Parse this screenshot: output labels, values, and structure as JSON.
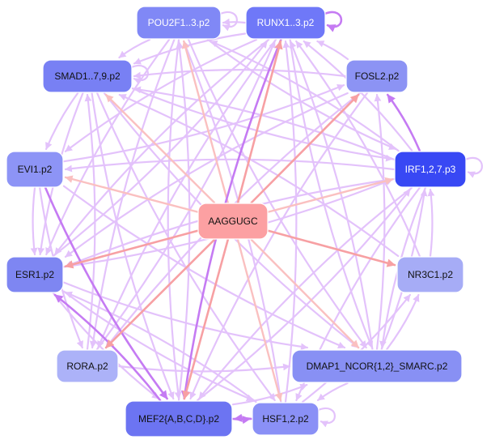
{
  "colors": {
    "edge_regular": "#e3c2fb",
    "edge_strong": "#c57bf3",
    "edge_central": "#f7a0a3",
    "edge_central_light": "#fac0c0",
    "node_center": "#fca0a2",
    "label_dark": "#111111",
    "label_light": "#ffffff"
  },
  "nodes": [
    {
      "id": "AAGGUGC",
      "label": "AAGGUGC",
      "fill": "#fca0a2",
      "text_color": "#111111"
    },
    {
      "id": "POU2F1",
      "label": "POU2F1..3.p2",
      "fill": "#8088f6",
      "text_color": "#ffffff"
    },
    {
      "id": "RUNX1",
      "label": "RUNX1..3.p2",
      "fill": "#6f78f8",
      "text_color": "#ffffff"
    },
    {
      "id": "SMAD1",
      "label": "SMAD1..7,9.p2",
      "fill": "#7880f4",
      "text_color": "#111111"
    },
    {
      "id": "FOSL2",
      "label": "FOSL2.p2",
      "fill": "#8c93f4",
      "text_color": "#111111"
    },
    {
      "id": "EVI1",
      "label": "EVI1.p2",
      "fill": "#8d94f6",
      "text_color": "#111111"
    },
    {
      "id": "IRF1",
      "label": "IRF1,2,7.p3",
      "fill": "#3848f4",
      "text_color": "#ffffff"
    },
    {
      "id": "ESR1",
      "label": "ESR1.p2",
      "fill": "#7e86f2",
      "text_color": "#111111"
    },
    {
      "id": "NR3C1",
      "label": "NR3C1.p2",
      "fill": "#a6acf6",
      "text_color": "#111111"
    },
    {
      "id": "RORA",
      "label": "RORA.p2",
      "fill": "#acb2f8",
      "text_color": "#111111"
    },
    {
      "id": "DMAP1",
      "label": "DMAP1_NCOR{1,2}_SMARC.p2",
      "fill": "#8890f4",
      "text_color": "#111111"
    },
    {
      "id": "MEF2",
      "label": "MEF2{A,B,C,D}.p2",
      "fill": "#6c74f2",
      "text_color": "#111111"
    },
    {
      "id": "HSF1",
      "label": "HSF1,2.p2",
      "fill": "#8a90f6",
      "text_color": "#111111"
    }
  ],
  "edges": [
    {
      "from": "AAGGUGC",
      "to": "RUNX1",
      "style": "central"
    },
    {
      "from": "AAGGUGC",
      "to": "FOSL2",
      "style": "central"
    },
    {
      "from": "AAGGUGC",
      "to": "IRF1",
      "style": "central_light"
    },
    {
      "from": "AAGGUGC",
      "to": "NR3C1",
      "style": "central"
    },
    {
      "from": "AAGGUGC",
      "to": "DMAP1",
      "style": "central_light"
    },
    {
      "from": "AAGGUGC",
      "to": "HSF1",
      "style": "central_light"
    },
    {
      "from": "AAGGUGC",
      "to": "MEF2",
      "style": "central"
    },
    {
      "from": "AAGGUGC",
      "to": "RORA",
      "style": "central"
    },
    {
      "from": "AAGGUGC",
      "to": "ESR1",
      "style": "central"
    },
    {
      "from": "AAGGUGC",
      "to": "EVI1",
      "style": "central_light"
    },
    {
      "from": "AAGGUGC",
      "to": "SMAD1",
      "style": "central_light"
    },
    {
      "from": "AAGGUGC",
      "to": "POU2F1",
      "style": "central_light"
    },
    {
      "from": "IRF1",
      "to": "FOSL2",
      "style": "strong"
    },
    {
      "from": "IRF1",
      "to": "RUNX1",
      "style": "regular"
    },
    {
      "from": "IRF1",
      "to": "SMAD1",
      "style": "regular"
    },
    {
      "from": "IRF1",
      "to": "POU2F1",
      "style": "regular"
    },
    {
      "from": "IRF1",
      "to": "EVI1",
      "style": "regular"
    },
    {
      "from": "IRF1",
      "to": "ESR1",
      "style": "regular"
    },
    {
      "from": "IRF1",
      "to": "MEF2",
      "style": "regular"
    },
    {
      "from": "IRF1",
      "to": "HSF1",
      "style": "regular"
    },
    {
      "from": "FOSL2",
      "to": "SMAD1",
      "style": "regular"
    },
    {
      "from": "FOSL2",
      "to": "RUNX1",
      "style": "regular"
    },
    {
      "from": "FOSL2",
      "to": "MEF2",
      "style": "regular"
    },
    {
      "from": "FOSL2",
      "to": "ESR1",
      "style": "regular"
    },
    {
      "from": "FOSL2",
      "to": "RORA",
      "style": "regular"
    },
    {
      "from": "RUNX1",
      "to": "POU2F1",
      "style": "regular"
    },
    {
      "from": "RUNX1",
      "to": "SMAD1",
      "style": "regular"
    },
    {
      "from": "RUNX1",
      "to": "ESR1",
      "style": "regular"
    },
    {
      "from": "RUNX1",
      "to": "MEF2",
      "style": "strong"
    },
    {
      "from": "RUNX1",
      "to": "EVI1",
      "style": "regular"
    },
    {
      "from": "RUNX1",
      "to": "RORA",
      "style": "regular"
    },
    {
      "from": "RUNX1",
      "to": "DMAP1",
      "style": "regular"
    },
    {
      "from": "POU2F1",
      "to": "SMAD1",
      "style": "regular"
    },
    {
      "from": "POU2F1",
      "to": "ESR1",
      "style": "regular"
    },
    {
      "from": "POU2F1",
      "to": "RORA",
      "style": "regular"
    },
    {
      "from": "POU2F1",
      "to": "DMAP1",
      "style": "regular"
    },
    {
      "from": "POU2F1",
      "to": "IRF1",
      "style": "regular"
    },
    {
      "from": "SMAD1",
      "to": "ESR1",
      "style": "regular"
    },
    {
      "from": "SMAD1",
      "to": "EVI1",
      "style": "regular"
    },
    {
      "from": "SMAD1",
      "to": "IRF1",
      "style": "regular"
    },
    {
      "from": "SMAD1",
      "to": "MEF2",
      "style": "regular"
    },
    {
      "from": "SMAD1",
      "to": "HSF1",
      "style": "regular"
    },
    {
      "from": "SMAD1",
      "to": "DMAP1",
      "style": "regular"
    },
    {
      "from": "EVI1",
      "to": "ESR1",
      "style": "regular"
    },
    {
      "from": "EVI1",
      "to": "RORA",
      "style": "regular"
    },
    {
      "from": "EVI1",
      "to": "MEF2",
      "style": "strong"
    },
    {
      "from": "EVI1",
      "to": "FOSL2",
      "style": "regular"
    },
    {
      "from": "ESR1",
      "to": "RUNX1",
      "style": "regular"
    },
    {
      "from": "ESR1",
      "to": "HSF1",
      "style": "regular"
    },
    {
      "from": "ESR1",
      "to": "DMAP1",
      "style": "regular"
    },
    {
      "from": "ESR1",
      "to": "IRF1",
      "style": "regular"
    },
    {
      "from": "MEF2",
      "to": "ESR1",
      "style": "strong"
    },
    {
      "from": "MEF2",
      "to": "HSF1",
      "style": "strong"
    },
    {
      "from": "MEF2",
      "to": "DMAP1",
      "style": "regular"
    },
    {
      "from": "MEF2",
      "to": "IRF1",
      "style": "regular"
    },
    {
      "from": "MEF2",
      "to": "POU2F1",
      "style": "regular"
    },
    {
      "from": "HSF1",
      "to": "MEF2",
      "style": "strong"
    },
    {
      "from": "HSF1",
      "to": "NR3C1",
      "style": "regular"
    },
    {
      "from": "HSF1",
      "to": "RUNX1",
      "style": "regular"
    },
    {
      "from": "HSF1",
      "to": "POU2F1",
      "style": "regular"
    },
    {
      "from": "HSF1",
      "to": "ESR1",
      "style": "regular"
    },
    {
      "from": "DMAP1",
      "to": "IRF1",
      "style": "regular"
    },
    {
      "from": "DMAP1",
      "to": "FOSL2",
      "style": "regular"
    },
    {
      "from": "DMAP1",
      "to": "NR3C1",
      "style": "regular"
    },
    {
      "from": "DMAP1",
      "to": "HSF1",
      "style": "regular"
    },
    {
      "from": "DMAP1",
      "to": "RUNX1",
      "style": "regular"
    },
    {
      "from": "NR3C1",
      "to": "RUNX1",
      "style": "regular"
    },
    {
      "from": "NR3C1",
      "to": "SMAD1",
      "style": "regular"
    },
    {
      "from": "NR3C1",
      "to": "IRF1",
      "style": "regular"
    },
    {
      "from": "RORA",
      "to": "SMAD1",
      "style": "regular"
    },
    {
      "from": "RORA",
      "to": "RUNX1",
      "style": "regular"
    },
    {
      "from": "RORA",
      "to": "DMAP1",
      "style": "regular"
    },
    {
      "from": "ESR1",
      "to": "MEF2",
      "style": "regular"
    },
    {
      "from": "EVI1",
      "to": "DMAP1",
      "style": "regular"
    },
    {
      "from": "IRF1",
      "to": "DMAP1",
      "style": "regular"
    },
    {
      "from": "POU2F1",
      "to": "MEF2",
      "style": "regular"
    }
  ],
  "self_loops": [
    {
      "node": "RUNX1",
      "style": "strong"
    },
    {
      "node": "POU2F1",
      "style": "regular"
    },
    {
      "node": "IRF1",
      "style": "regular"
    },
    {
      "node": "HSF1",
      "style": "regular"
    },
    {
      "node": "SMAD1",
      "style": "regular"
    }
  ]
}
